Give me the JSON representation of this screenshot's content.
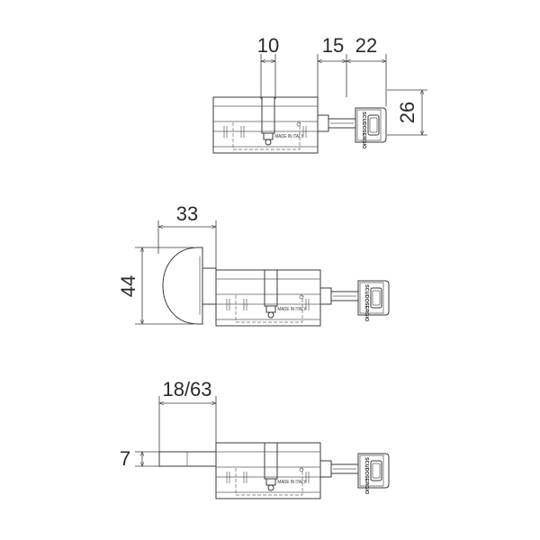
{
  "views": [
    {
      "id": "key-key",
      "dimensions": [
        "10",
        "15",
        "22",
        "26"
      ],
      "stamp": "MADE IN ITALY",
      "key_brand": "SCUDOSERGIO"
    },
    {
      "id": "knob-key",
      "dimensions": [
        "33",
        "44"
      ],
      "stamp": "MADE IN ITALY",
      "key_brand": "SCUDOSERGIO"
    },
    {
      "id": "cam-key",
      "dimensions": [
        "18/63",
        "7"
      ],
      "stamp": "MADE IN ITALY",
      "key_brand": "SCUDOSERGIO"
    }
  ]
}
